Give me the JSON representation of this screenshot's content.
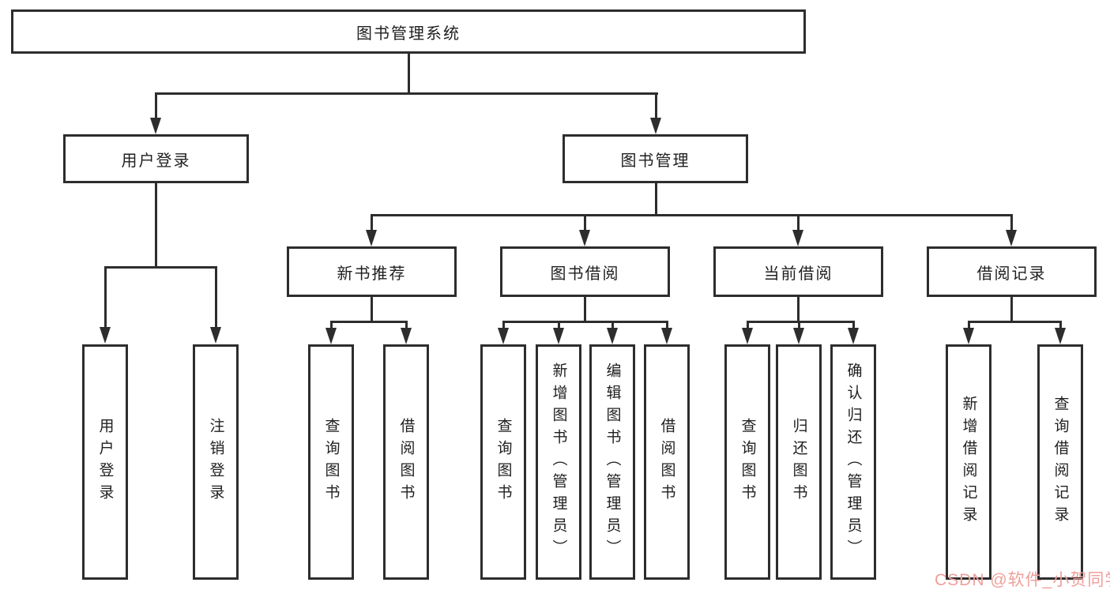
{
  "hierarchy": {
    "title": "图书管理系统",
    "children": [
      {
        "label": "用户登录",
        "children": [
          "用户登录",
          "注销登录"
        ]
      },
      {
        "label": "图书管理",
        "children": [
          {
            "label": "新书推荐",
            "children": [
              "查询图书",
              "借阅图书"
            ]
          },
          {
            "label": "图书借阅",
            "children": [
              "查询图书",
              "新增图书（管理员）",
              "编辑图书（管理员）",
              "借阅图书"
            ]
          },
          {
            "label": "当前借阅",
            "children": [
              "查询图书",
              "归还图书",
              "确认归还（管理员）"
            ]
          },
          {
            "label": "借阅记录",
            "children": [
              "新增借阅记录",
              "查询借阅记录"
            ]
          }
        ]
      }
    ]
  },
  "watermark": "CSDN @软件_小贺同学",
  "colors": {
    "line": "#2d2d2d",
    "text": "#1f1f1f",
    "watermark": "#ef9f9a",
    "background": "#ffffff"
  }
}
